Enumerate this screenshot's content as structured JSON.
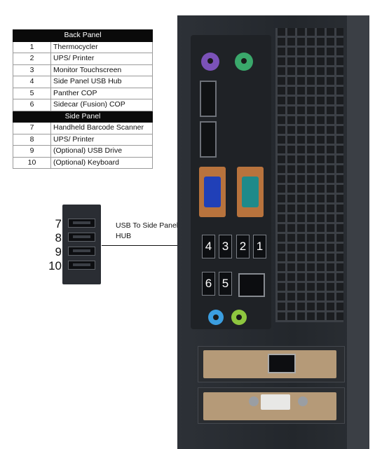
{
  "table": {
    "back_header": "Back Panel",
    "back_rows": [
      {
        "num": "1",
        "label": "Thermocycler"
      },
      {
        "num": "2",
        "label": "UPS/ Printer"
      },
      {
        "num": "3",
        "label": "Monitor Touchscreen"
      },
      {
        "num": "4",
        "label": "Side Panel USB Hub"
      },
      {
        "num": "5",
        "label": "Panther COP"
      },
      {
        "num": "6",
        "label": "Sidecar (Fusion) COP"
      }
    ],
    "side_header": "Side Panel",
    "side_rows": [
      {
        "num": "7",
        "label": "Handheld Barcode Scanner"
      },
      {
        "num": "8",
        "label": "UPS/ Printer"
      },
      {
        "num": "9",
        "label": "(Optional) USB Drive"
      },
      {
        "num": "10",
        "label": "(Optional) Keyboard"
      }
    ]
  },
  "side_hub": {
    "port_numbers": [
      "7",
      "8",
      "9",
      "10"
    ],
    "callout": "USB To Side Panel HUB"
  },
  "back_panel": {
    "usb_top_labels": [
      "4",
      "3",
      "2",
      "1"
    ],
    "usb_bottom_labels": [
      "6",
      "5"
    ]
  },
  "colors": {
    "ps2_mouse": "#7b52b8",
    "ps2_keyboard": "#3aa86b",
    "vga": "#2040b8",
    "serial": "#1f8a8a",
    "audio_in": "#3b9ee0",
    "audio_out": "#8ec63f"
  }
}
